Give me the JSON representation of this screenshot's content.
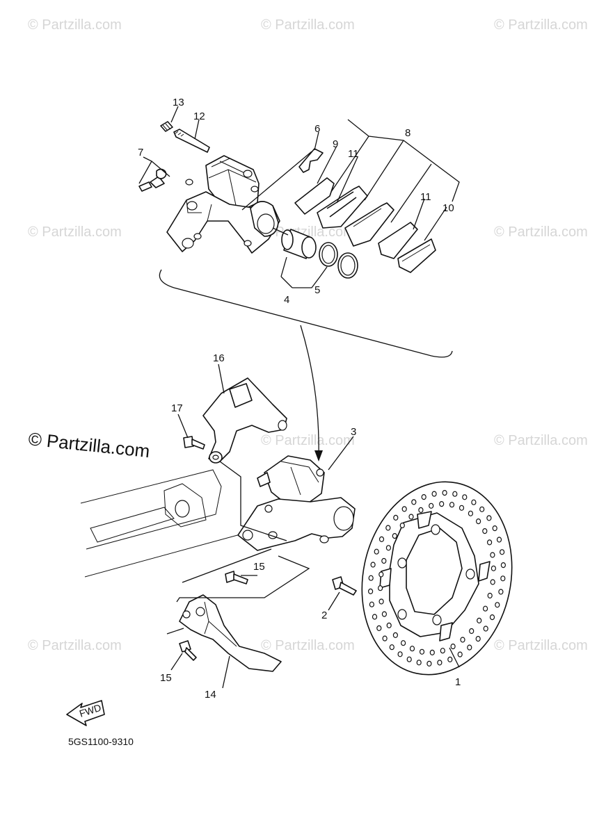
{
  "watermark": {
    "main": "© Partzilla.com",
    "faint": "© Partzilla.com"
  },
  "diagram_code": "5GS1100-9310",
  "fwd_label": "FWD",
  "callouts": {
    "c1": "1",
    "c2": "2",
    "c3": "3",
    "c4": "4",
    "c5": "5",
    "c6": "6",
    "c7": "7",
    "c8": "8",
    "c9": "9",
    "c10": "10",
    "c11a": "11",
    "c11b": "11",
    "c12": "12",
    "c13": "13",
    "c14": "14",
    "c15a": "15",
    "c15b": "15",
    "c16": "16",
    "c17": "17"
  }
}
